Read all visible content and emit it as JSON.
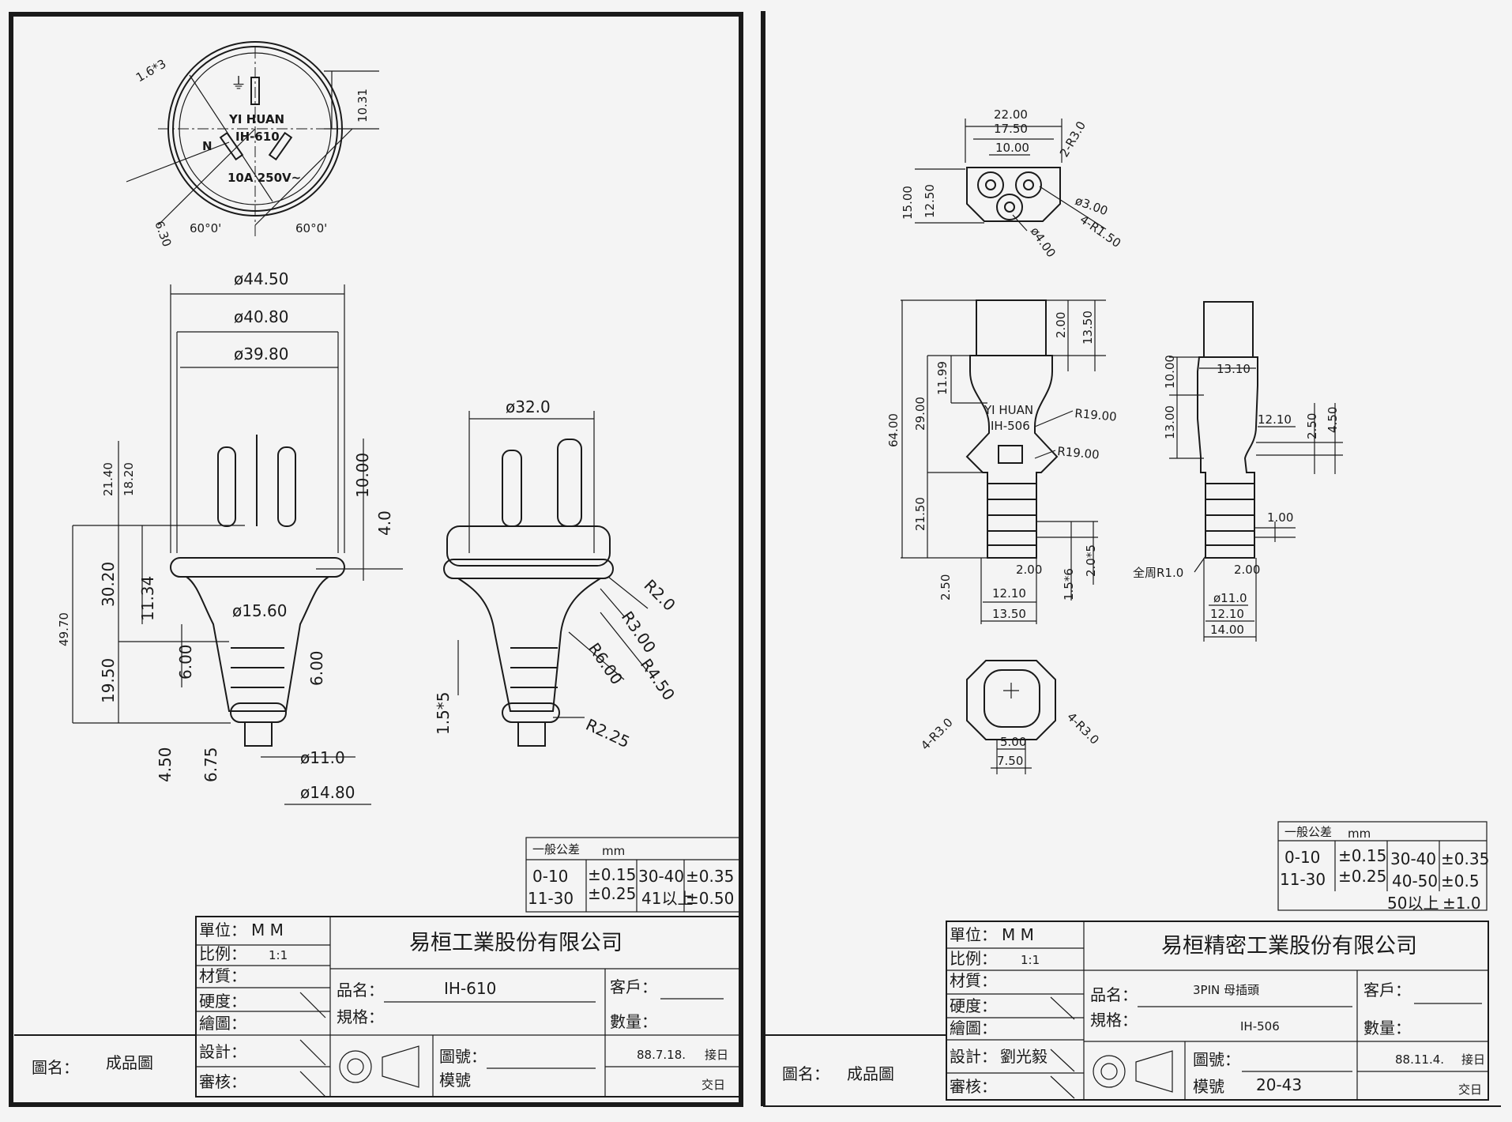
{
  "left": {
    "face": {
      "brand": "YI HUAN",
      "model": "IH-610",
      "rating": "10A 250V~",
      "ground_symbol": "⏚",
      "neutral": "N",
      "angle_left": "60°0'",
      "angle_right": "60°0'",
      "d_pin": "1.6*3",
      "d_10_31": "10.31",
      "d_6_30": "6.30"
    },
    "front_dims": {
      "d44_50": "ø44.50",
      "d40_80": "ø40.80",
      "d39_80": "ø39.80",
      "d21_40": "21.40",
      "d18_20": "18.20",
      "d10_00": "10.00",
      "d4_0": "4.0",
      "d49_70": "49.70",
      "d30_20": "30.20",
      "d11_34": "11.34",
      "d15_60": "ø15.60",
      "d19_50": "19.50",
      "d6_00a": "6.00",
      "d6_00b": "6.00",
      "d4_50": "4.50",
      "d6_75": "6.75",
      "d11_0": "ø11.0",
      "d14_80": "ø14.80"
    },
    "side_dims": {
      "d32_0": "ø32.0",
      "r2_0": "R2.0",
      "r3_00": "R3.00",
      "r6_00": "R6.00",
      "r4_50": "R4.50",
      "r2_25": "R2.25",
      "d1_5x5": "1.5*5"
    },
    "tolerance": {
      "title": "一般公差",
      "unit": "mm",
      "r1": "0-10",
      "t1": "±0.15",
      "r3": "30-40",
      "t3": "±0.35",
      "r2": "11-30",
      "t2": "±0.25",
      "r4": "41以上",
      "t4": "±0.50"
    },
    "title_block": {
      "unit_label": "單位：",
      "unit_value": "M   M",
      "scale_label": "比例：",
      "scale_value": "1:1",
      "material": "材質：",
      "hardness": "硬度：",
      "draw": "繪圖：",
      "design": "設計：",
      "design_value": "",
      "check": "審核：",
      "company": "易桓工業股份有限公司",
      "part_name_label": "品名：",
      "part_name_value": "IH-610",
      "spec_label": "規格：",
      "customer_label": "客戶：",
      "qty_label": "數量：",
      "dwg_no_label": "圖號：",
      "mold_no_label": "模號",
      "mold_no_value": "",
      "date": "88.7.18.",
      "receive": "接日",
      "deliver": "交日",
      "drawing_name_label": "圖名：",
      "drawing_name_value": "成品圖"
    }
  },
  "right": {
    "face_dims": {
      "d22_00": "22.00",
      "d17_50": "17.50",
      "d10_00": "10.00",
      "r2_30": "2-R3.0",
      "d15_00": "15.00",
      "d12_50": "12.50",
      "d3_00": "ø3.00",
      "r4_150": "4-R1.50",
      "d4_00": "ø4.00"
    },
    "front": {
      "brand": "YI HUAN",
      "model": "IH-506",
      "d64_00": "64.00",
      "d29_00": "29.00",
      "d11_99": "11.99",
      "d21_50": "21.50",
      "d2_50": "2.50",
      "d2_00": "2.00",
      "d13_50": "13.50",
      "r19a": "R19.00",
      "r19b": "R19.00",
      "d2_00b": "2.00",
      "d1_5x6": "1.5*6",
      "d2_0x5": "2.0*5",
      "d12_10": "12.10",
      "d13_50b": "13.50"
    },
    "side": {
      "d13_10": "13.10",
      "d10_00": "10.00",
      "d13_00": "13.00",
      "d12_10": "12.10",
      "d2_50": "2.50",
      "d4_50": "4.50",
      "d1_00": "1.00",
      "r1_0": "全周R1.0",
      "d2_00": "2.00",
      "d11_0": "ø11.0",
      "d12_10b": "12.10",
      "d14_00": "14.00"
    },
    "bottom": {
      "r3_left": "4-R3.0",
      "r3_right": "4-R3.0",
      "d5_00": "5.00",
      "d7_50": "7.50"
    },
    "tolerance": {
      "title": "一般公差",
      "unit": "mm",
      "r1": "0-10",
      "t1": "±0.15",
      "r3": "30-40",
      "t3": "±0.35",
      "r2": "11-30",
      "t2": "±0.25",
      "r4": "40-50",
      "t4": "±0.5",
      "r5": "50以上",
      "t5": "±1.0"
    },
    "title_block": {
      "unit_label": "單位：",
      "unit_value": "M   M",
      "scale_label": "比例：",
      "scale_value": "1:1",
      "material": "材質：",
      "hardness": "硬度：",
      "draw": "繪圖：",
      "design": "設計：",
      "design_value": "劉光毅",
      "check": "審核：",
      "company": "易桓精密工業股份有限公司",
      "part_name_label": "品名：",
      "part_name_value": "3PIN 母插頭",
      "spec_label": "規格：",
      "spec_value": "IH-506",
      "customer_label": "客戶：",
      "qty_label": "數量：",
      "dwg_no_label": "圖號：",
      "mold_no_label": "模號",
      "mold_no_value": "20-43",
      "date": "88.11.4.",
      "receive": "接日",
      "deliver": "交日",
      "drawing_name_label": "圖名：",
      "drawing_name_value": "成品圖"
    }
  }
}
